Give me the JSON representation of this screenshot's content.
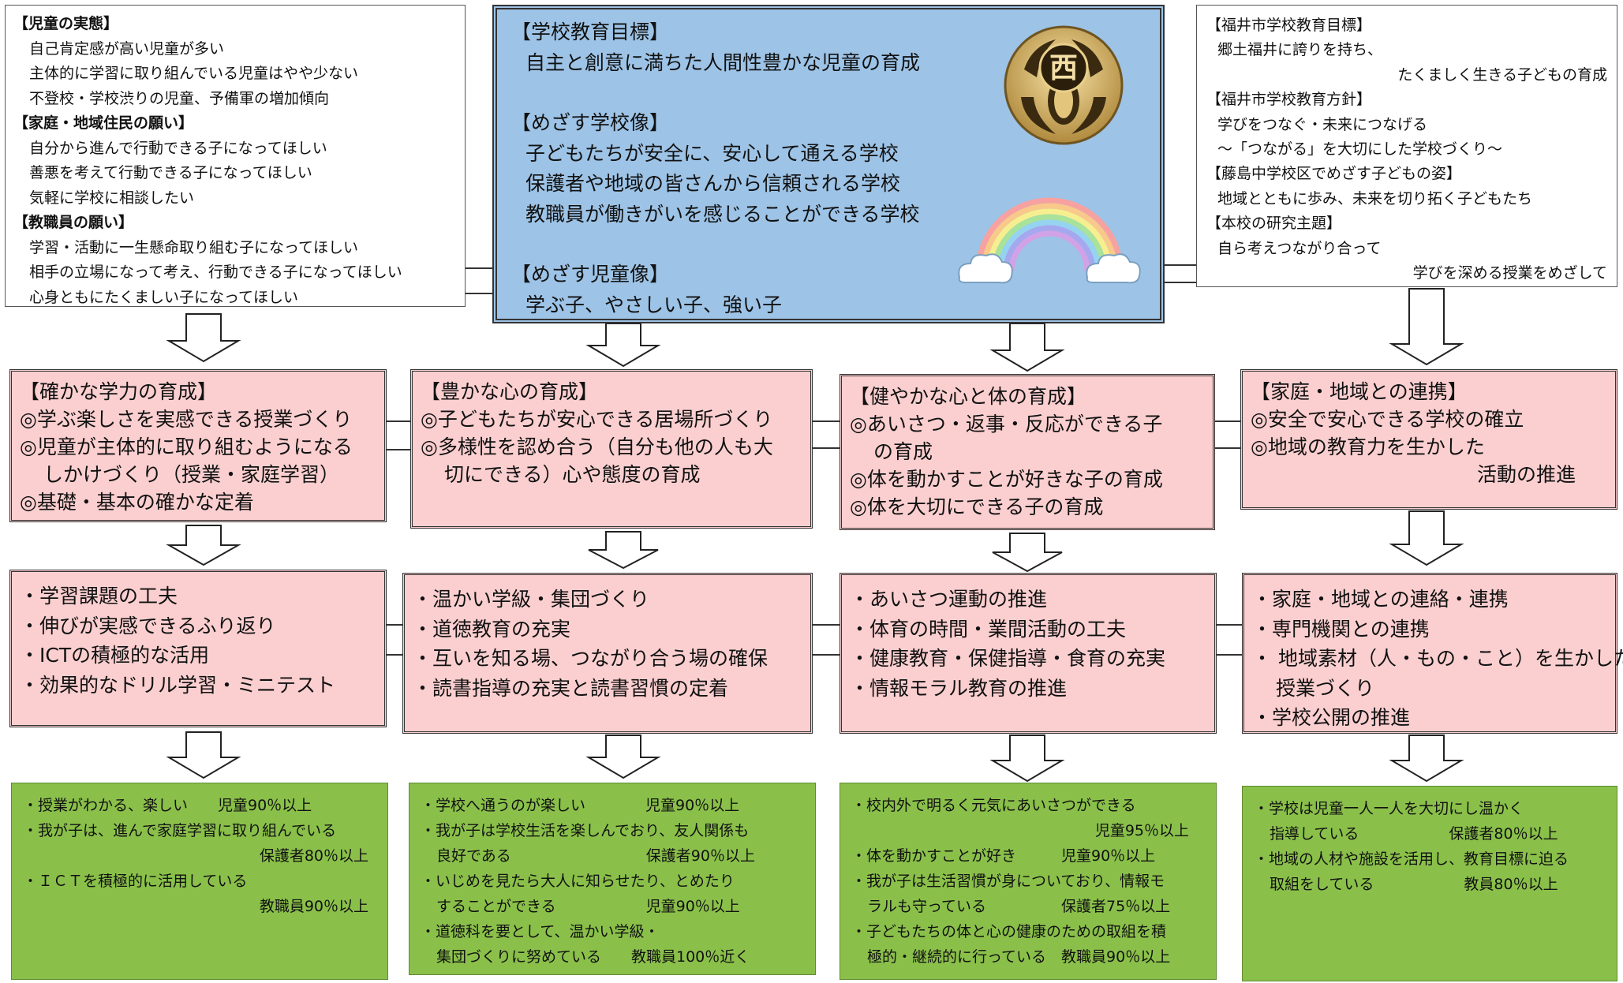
{
  "left_box": {
    "h1": "【児童の実態】",
    "l1": "自己肯定感が高い児童が多い",
    "l2": "主体的に学習に取り組んでいる児童はやや少ない",
    "l3": "不登校・学校渋りの児童、予備軍の増加傾向",
    "h2": "【家庭・地域住民の願い】",
    "l4": "自分から進んで行動できる子になってほしい",
    "l5": "善悪を考えて行動できる子になってほしい",
    "l6": "気軽に学校に相談したい",
    "h3": "【教職員の願い】",
    "l7": "学習・活動に一生懸命取り組む子になってほしい",
    "l8": "相手の立場になって考え、行動できる子になってほしい",
    "l9": "心身ともにたくましい子になってほしい"
  },
  "center_box": {
    "h1": "【学校教育目標】",
    "l1": "自主と創意に満ちた人間性豊かな児童の育成",
    "h2": "【めざす学校像】",
    "l2": "子どもたちが安全に、安心して通える学校",
    "l3": "保護者や地域の皆さんから信頼される学校",
    "l4": "教職員が働きがいを感じることができる学校",
    "h3": "【めざす児童像】",
    "l5": "学ぶ子、やさしい子、強い子",
    "emblem_char": "西"
  },
  "right_box": {
    "h1": "【福井市学校教育目標】",
    "l1": "郷土福井に誇りを持ち、",
    "l2": "たくましく生きる子どもの育成",
    "h2": "【福井市学校教育方針】",
    "l3": "学びをつなぐ・未来につなげる",
    "l4": "～「つながる」を大切にした学校づくり～",
    "h3": "【藤島中学校区でめざす子どもの姿】",
    "l5": "地域とともに歩み、未来を切り拓く子どもたち",
    "h4": "【本校の研究主題】",
    "l6": "自ら考えつながり合って",
    "l7": "学びを深める授業をめざして"
  },
  "row2": [
    {
      "title": "【確かな学力の育成】",
      "lines": [
        "◎学ぶ楽しさを実感できる授業づくり",
        "◎児童が主体的に取り組むようになる",
        "しかけづくり（授業・家庭学習）",
        "◎基礎・基本の確かな定着"
      ]
    },
    {
      "title": "【豊かな心の育成】",
      "lines": [
        "◎子どもたちが安心できる居場所づくり",
        "◎多様性を認め合う（自分も他の人も大",
        "切にできる）心や態度の育成"
      ]
    },
    {
      "title": "【健やかな心と体の育成】",
      "lines": [
        "◎あいさつ・返事・反応ができる子",
        "の育成",
        "◎体を動かすことが好きな子の育成",
        "◎体を大切にできる子の育成"
      ]
    },
    {
      "title": "【家庭・地域との連携】",
      "lines": [
        "◎安全で安心できる学校の確立",
        "◎地域の教育力を生かした",
        "活動の推進"
      ]
    }
  ],
  "row3": [
    {
      "lines": [
        "・学習課題の工夫",
        "・伸びが実感できるふり返り",
        "・ICTの積極的な活用",
        "・効果的なドリル学習・ミニテスト"
      ]
    },
    {
      "lines": [
        "・温かい学級・集団づくり",
        "・道徳教育の充実",
        "・互いを知る場、つながり合う場の確保",
        "・読書指導の充実と読書習慣の定着"
      ]
    },
    {
      "lines": [
        "・あいさつ運動の推進",
        "・体育の時間・業間活動の工夫",
        "・健康教育・保健指導・食育の充実",
        "・情報モラル教育の推進"
      ]
    },
    {
      "lines": [
        "・家庭・地域との連絡・連携",
        "・専門機関との連携",
        "・ 地域素材（人・もの・こと）を生かした",
        "授業づくり",
        "・学校公開の推進"
      ]
    }
  ],
  "row4": [
    {
      "lines": [
        "・授業がわかる、楽しい　　児童90％以上",
        "・我が子は、進んで家庭学習に取り組んでいる",
        "保護者80％以上",
        "・ＩＣＴを積極的に活用している",
        "教職員90％以上"
      ]
    },
    {
      "lines": [
        "・学校へ通うのが楽しい　　　　児童90％以上",
        "・我が子は学校生活を楽しんでおり、友人関係も",
        "良好である　　　　　　　　　保護者90％以上",
        "・いじめを見たら大人に知らせたり、とめたり",
        "することができる　　　　　　児童90％以上",
        "・道徳科を要として、温かい学級・",
        "集団づくりに努めている　　教職員100％近く"
      ]
    },
    {
      "lines": [
        "・校内外で明るく元気にあいさつができる",
        "児童95％以上",
        "・体を動かすことが好き　　　児童90％以上",
        "・我が子は生活習慣が身についており、情報モ",
        "ラルも守っている　　　　　保護者75％以上",
        "・子どもたちの体と心の健康のための取組を積",
        "極的・継続的に行っている　教職員90％以上"
      ]
    },
    {
      "lines": [
        "・学校は児童一人一人を大切にし温かく",
        "指導している　　　　　　保護者80％以上",
        "・地域の人材や施設を活用し、教育目標に迫る",
        "取組をしている　　　　　　教員80％以上"
      ]
    }
  ],
  "colors": {
    "blue": "#9dc3e6",
    "pink": "#fbcfd0",
    "green": "#8ac04a",
    "border": "#333333"
  }
}
